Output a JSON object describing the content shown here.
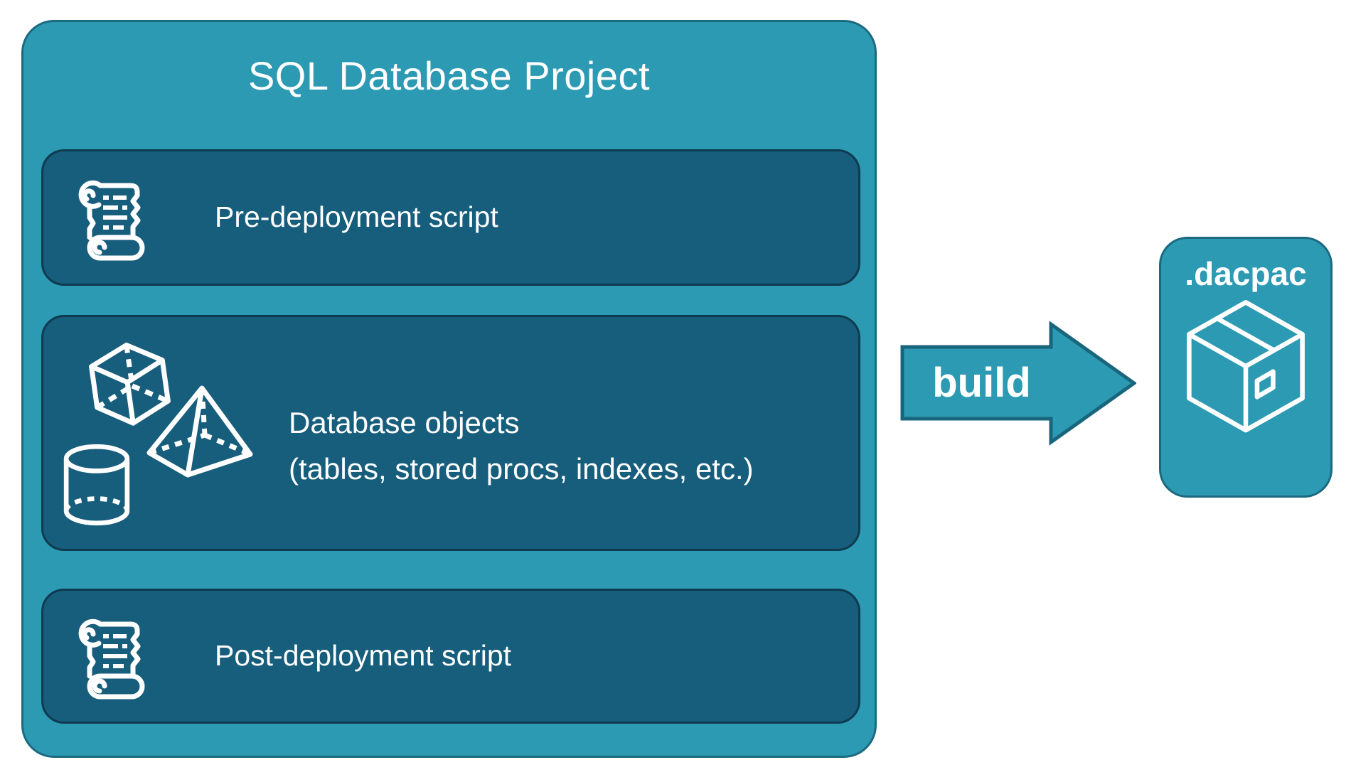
{
  "colors": {
    "teal": "#2C9AB3",
    "teal_border": "#1B6A80",
    "panel": "#175D7C",
    "panel_border": "#0E3B50",
    "text": "#FFFFFF"
  },
  "project": {
    "title": "SQL Database Project",
    "items": [
      {
        "label": "Pre-deployment script",
        "icon": "scroll-icon"
      },
      {
        "label": "Database objects",
        "sublabel": "(tables, stored procs, indexes, etc.)",
        "icon": "database-objects-icons"
      },
      {
        "label": "Post-deployment script",
        "icon": "scroll-icon"
      }
    ]
  },
  "build_arrow": {
    "label": "build"
  },
  "dacpac": {
    "label": ".dacpac",
    "icon": "package-icon"
  }
}
